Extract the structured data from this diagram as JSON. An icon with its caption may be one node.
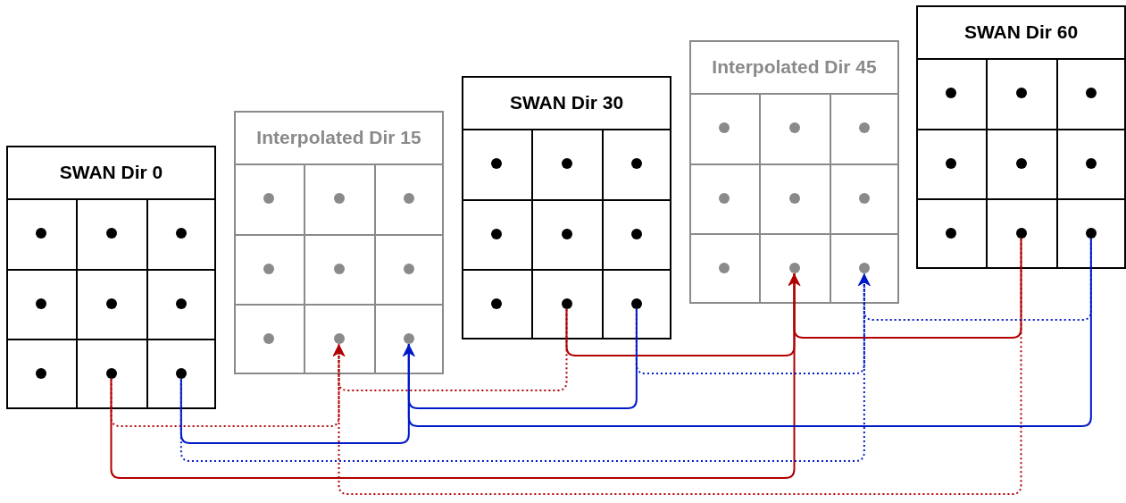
{
  "diagram": {
    "nodes": [
      {
        "text": [
          "SWAN Dir 0"
        ]
      },
      {
        "text": [],
        "shape": "circle",
        "in": 0
      },
      {
        "text": [],
        "shape": "circle",
        "in": 0
      },
      {
        "text": [],
        "shape": "circle",
        "in": 0
      },
      {
        "text": [],
        "shape": "circle",
        "in": 0
      },
      {
        "text": [],
        "shape": "circle",
        "in": 0
      },
      {
        "text": [],
        "shape": "circle",
        "in": 0
      },
      {
        "text": [],
        "shape": "circle",
        "in": 0
      },
      {
        "text": [],
        "shape": "circle",
        "in": 0
      },
      {
        "text": [],
        "shape": "circle",
        "in": 0
      },
      {
        "text": [
          "Interpolated Dir 15"
        ]
      },
      {
        "text": [],
        "shape": "circle",
        "in": 10
      },
      {
        "text": [],
        "shape": "circle",
        "in": 10
      },
      {
        "text": [],
        "shape": "circle",
        "in": 10
      },
      {
        "text": [],
        "shape": "circle",
        "in": 10
      },
      {
        "text": [],
        "shape": "circle",
        "in": 10
      },
      {
        "text": [],
        "shape": "circle",
        "in": 10
      },
      {
        "text": [],
        "shape": "circle",
        "in": 10
      },
      {
        "text": [],
        "shape": "circle",
        "in": 10
      },
      {
        "text": [],
        "shape": "circle",
        "in": 10
      },
      {
        "text": [
          "SWAN Dir 30"
        ]
      },
      {
        "text": [],
        "shape": "circle",
        "in": 20
      },
      {
        "text": [],
        "shape": "circle",
        "in": 20
      },
      {
        "text": [],
        "shape": "circle",
        "in": 20
      },
      {
        "text": [],
        "shape": "circle",
        "in": 20
      },
      {
        "text": [],
        "shape": "circle",
        "in": 20
      },
      {
        "text": [],
        "shape": "circle",
        "in": 20
      },
      {
        "text": [],
        "shape": "circle",
        "in": 20
      },
      {
        "text": [],
        "shape": "circle",
        "in": 20
      },
      {
        "text": [],
        "shape": "circle",
        "in": 20
      },
      {
        "text": [
          "Interpolated Dir 45"
        ]
      },
      {
        "text": [],
        "shape": "circle",
        "in": 30
      },
      {
        "text": [],
        "shape": "circle",
        "in": 30
      },
      {
        "text": [],
        "shape": "circle",
        "in": 30
      },
      {
        "text": [],
        "shape": "circle",
        "in": 30
      },
      {
        "text": [],
        "shape": "circle",
        "in": 30
      },
      {
        "text": [],
        "shape": "circle",
        "in": 30
      },
      {
        "text": [],
        "shape": "circle",
        "in": 30
      },
      {
        "text": [],
        "shape": "circle",
        "in": 30
      },
      {
        "text": [],
        "shape": "circle",
        "in": 30
      },
      {
        "text": [
          "SWAN Dir 60"
        ]
      },
      {
        "text": [],
        "shape": "circle",
        "in": 40
      },
      {
        "text": [],
        "shape": "circle",
        "in": 40
      },
      {
        "text": [],
        "shape": "circle",
        "in": 40
      },
      {
        "text": [],
        "shape": "circle",
        "in": 40
      },
      {
        "text": [],
        "shape": "circle",
        "in": 40
      },
      {
        "text": [],
        "shape": "circle",
        "in": 40
      },
      {
        "text": [],
        "shape": "circle",
        "in": 40
      },
      {
        "text": [],
        "shape": "circle",
        "in": 40
      },
      {
        "text": [],
        "shape": "circle",
        "in": 40
      }
    ],
    "edges": [
      {
        "from": 8,
        "to": 18,
        "arrow": "to",
        "style": "dashed",
        "color": "#b20000"
      },
      {
        "from": 28,
        "to": 18,
        "arrow": "to",
        "style": "dashed",
        "color": "#b20000"
      },
      {
        "from": 48,
        "to": 18,
        "arrow": "to",
        "style": "dashed",
        "color": "#b20000"
      },
      {
        "from": 8,
        "to": 38,
        "arrow": "to",
        "color": "#b20000"
      },
      {
        "from": 28,
        "to": 38,
        "arrow": "to",
        "color": "#b20000"
      },
      {
        "from": 48,
        "to": 38,
        "arrow": "to",
        "color": "#b20000"
      },
      {
        "from": 9,
        "to": 19,
        "arrow": "to",
        "color": "#0019c8"
      },
      {
        "from": 29,
        "to": 19,
        "arrow": "to",
        "color": "#0019c8"
      },
      {
        "from": 49,
        "to": 19,
        "arrow": "to",
        "color": "#0019c8"
      },
      {
        "from": 9,
        "to": 39,
        "arrow": "to",
        "style": "dashed",
        "color": "#0019c8"
      },
      {
        "from": 29,
        "to": 39,
        "arrow": "to",
        "style": "dashed",
        "color": "#0019c8"
      },
      {
        "from": 49,
        "to": 39,
        "arrow": "to",
        "style": "dashed",
        "color": "#0019c8"
      }
    ]
  }
}
